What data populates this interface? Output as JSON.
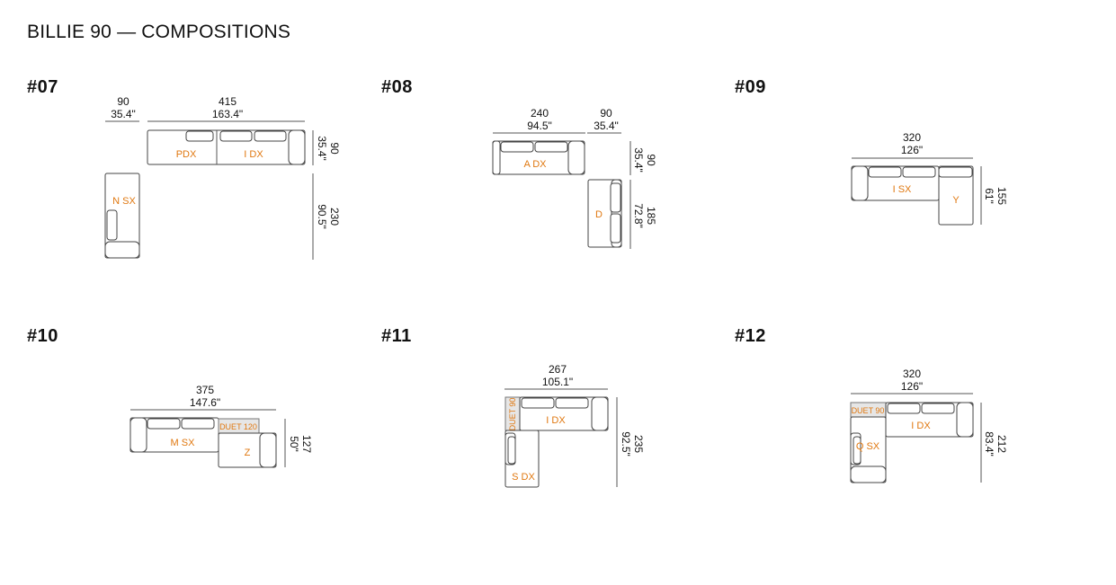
{
  "title": "BILLIE 90 — COMPOSITIONS",
  "compositions": [
    {
      "id": "#07",
      "dims": {
        "w1": "90",
        "w1_in": "35.4\"",
        "w2": "415",
        "w2_in": "163.4\"",
        "d1": "90",
        "d1_in": "35.4\"",
        "d2": "230",
        "d2_in": "90.5\""
      },
      "modules": [
        "PDX",
        "I DX",
        "N SX"
      ]
    },
    {
      "id": "#08",
      "dims": {
        "w1": "240",
        "w1_in": "94.5\"",
        "w2": "90",
        "w2_in": "35.4\"",
        "d1": "90",
        "d1_in": "35.4\"",
        "d2": "185",
        "d2_in": "72.8\""
      },
      "modules": [
        "A DX",
        "D"
      ]
    },
    {
      "id": "#09",
      "dims": {
        "w1": "320",
        "w1_in": "126\"",
        "d1": "155",
        "d1_in": "61\""
      },
      "modules": [
        "I SX",
        "Y"
      ]
    },
    {
      "id": "#10",
      "dims": {
        "w1": "375",
        "w1_in": "147.6\"",
        "d1": "127",
        "d1_in": "50\""
      },
      "modules": [
        "M SX",
        "DUET 120",
        "Z"
      ]
    },
    {
      "id": "#11",
      "dims": {
        "w1": "267",
        "w1_in": "105.1\"",
        "d1": "235",
        "d1_in": "92.5\""
      },
      "modules": [
        "DUET 90",
        "I DX",
        "S DX"
      ]
    },
    {
      "id": "#12",
      "dims": {
        "w1": "320",
        "w1_in": "126\"",
        "d1": "212",
        "d1_in": "83.4\""
      },
      "modules": [
        "DUET 90",
        "I DX",
        "Q SX"
      ]
    }
  ]
}
